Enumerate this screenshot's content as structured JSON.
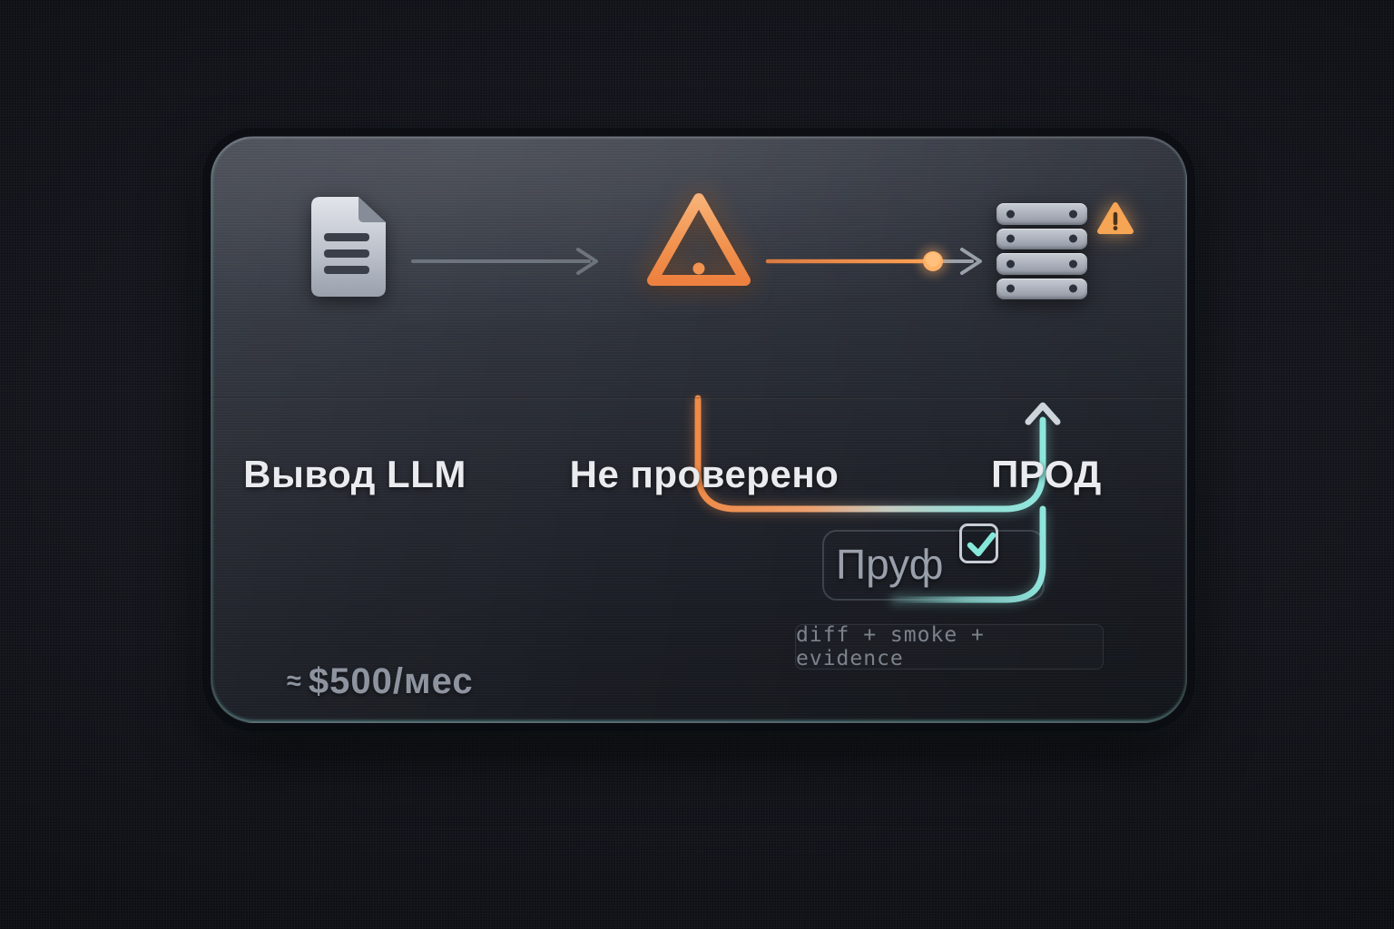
{
  "flow": {
    "nodes": [
      {
        "id": "llm-output",
        "label": "Вывод LLM",
        "icon": "document-icon"
      },
      {
        "id": "unverified",
        "label": "Не проверено",
        "icon": "warning-triangle-icon"
      },
      {
        "id": "prod",
        "label": "ПРОД",
        "icon": "server-icon",
        "badge_icon": "warning-badge-icon"
      }
    ],
    "arrows": [
      {
        "from": "llm-output",
        "to": "unverified",
        "style": "gray"
      },
      {
        "from": "unverified",
        "to": "prod",
        "style": "orange-with-dot"
      }
    ]
  },
  "loop": {
    "description": "feedback loop from unverified back up into prod path",
    "gradient": [
      "#f08a48",
      "#8fe5dc"
    ]
  },
  "proof": {
    "label": "Пруф",
    "checked": true,
    "evidence_label": "diff + smoke + evidence"
  },
  "cost": {
    "approx_symbol": "≈",
    "amount": "$500/мес"
  },
  "colors": {
    "background": "#15171e",
    "card_top": "#41454f",
    "card_bottom": "#171a20",
    "accent_orange": "#f08a48",
    "accent_teal": "#8fe5dc",
    "label_text": "#e9ebef",
    "muted_text": "#99a0ab",
    "mono_text": "#7c828b"
  }
}
